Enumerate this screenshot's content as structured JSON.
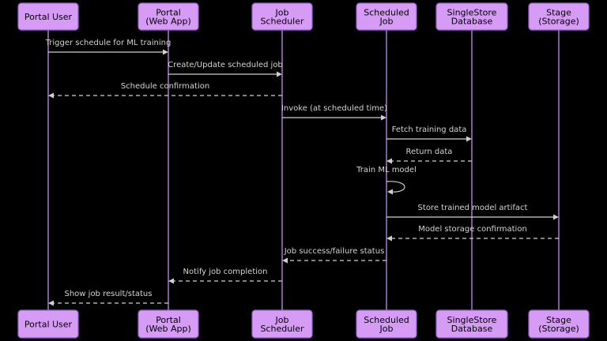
{
  "participants": [
    {
      "id": "user",
      "lines": [
        "Portal User"
      ]
    },
    {
      "id": "portal",
      "lines": [
        "Portal",
        "(Web App)"
      ]
    },
    {
      "id": "scheduler",
      "lines": [
        "Job",
        "Scheduler"
      ]
    },
    {
      "id": "job",
      "lines": [
        "Scheduled",
        "Job"
      ]
    },
    {
      "id": "db",
      "lines": [
        "SingleStore",
        "Database"
      ]
    },
    {
      "id": "stage",
      "lines": [
        "Stage",
        "(Storage)"
      ]
    }
  ],
  "messages": [
    {
      "from": "user",
      "to": "portal",
      "label": "Trigger schedule for ML training",
      "style": "solid"
    },
    {
      "from": "portal",
      "to": "scheduler",
      "label": "Create/Update scheduled job",
      "style": "solid"
    },
    {
      "from": "scheduler",
      "to": "user",
      "label": "Schedule confirmation",
      "style": "dashed"
    },
    {
      "from": "scheduler",
      "to": "job",
      "label": "Invoke (at scheduled time)",
      "style": "solid"
    },
    {
      "from": "job",
      "to": "db",
      "label": "Fetch training data",
      "style": "solid"
    },
    {
      "from": "db",
      "to": "job",
      "label": "Return data",
      "style": "dashed"
    },
    {
      "from": "job",
      "to": "job",
      "label": "Train ML model",
      "style": "solid"
    },
    {
      "from": "job",
      "to": "stage",
      "label": "Store trained model artifact",
      "style": "solid"
    },
    {
      "from": "stage",
      "to": "job",
      "label": "Model storage confirmation",
      "style": "dashed"
    },
    {
      "from": "job",
      "to": "scheduler",
      "label": "Job success/failure status",
      "style": "dashed"
    },
    {
      "from": "scheduler",
      "to": "portal",
      "label": "Notify job completion",
      "style": "dashed"
    },
    {
      "from": "portal",
      "to": "user",
      "label": "Show job result/status",
      "style": "dashed"
    }
  ]
}
